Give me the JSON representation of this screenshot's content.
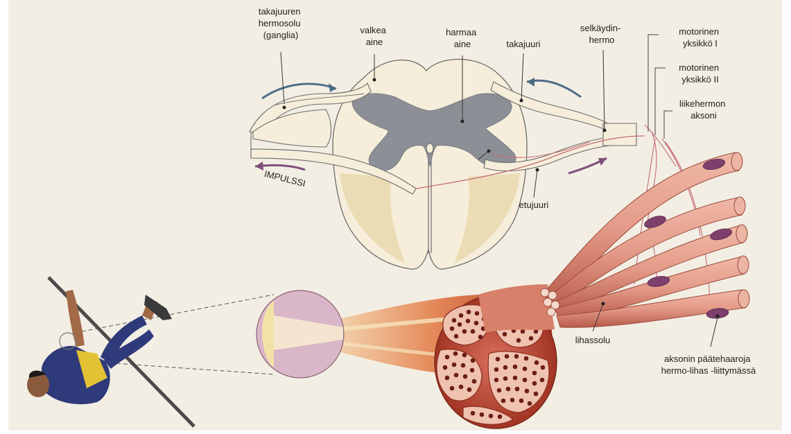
{
  "labels": {
    "takajuuren_hermosolu": [
      "takajuuren",
      "hermosolu",
      "(ganglia)"
    ],
    "valkea_aine": [
      "valkea",
      "aine"
    ],
    "harmaa_aine": [
      "harmaa",
      "aine"
    ],
    "takajuuri": [
      "takajuuri"
    ],
    "selkaydinhermo": [
      "selkäydin-",
      "hermo"
    ],
    "motorinen_yksikko_1": [
      "motorinen",
      "yksikkö I"
    ],
    "motorinen_yksikko_2": [
      "motorinen",
      "yksikkö II"
    ],
    "liikehermon_aksoni": [
      "liikehermon",
      "aksoni"
    ],
    "impulssi": "IMPULSSI",
    "etujuuri": "etujuuri",
    "lihassolu": "lihassolu",
    "aksonin_paatehaaroja": [
      "aksonin päätehaaroja",
      "hermo-lihas -liittymässä"
    ]
  },
  "colors": {
    "page": "#f3eee4",
    "grey_matter": "#8c8f95",
    "white_matter": "#f4ecd9",
    "arrow_blue": "#4f6d87",
    "arrow_purple": "#7e4e78",
    "muscle": "#e5a08e",
    "muscle_dark": "#a5382a",
    "nucleus": "#7d3f6c"
  }
}
